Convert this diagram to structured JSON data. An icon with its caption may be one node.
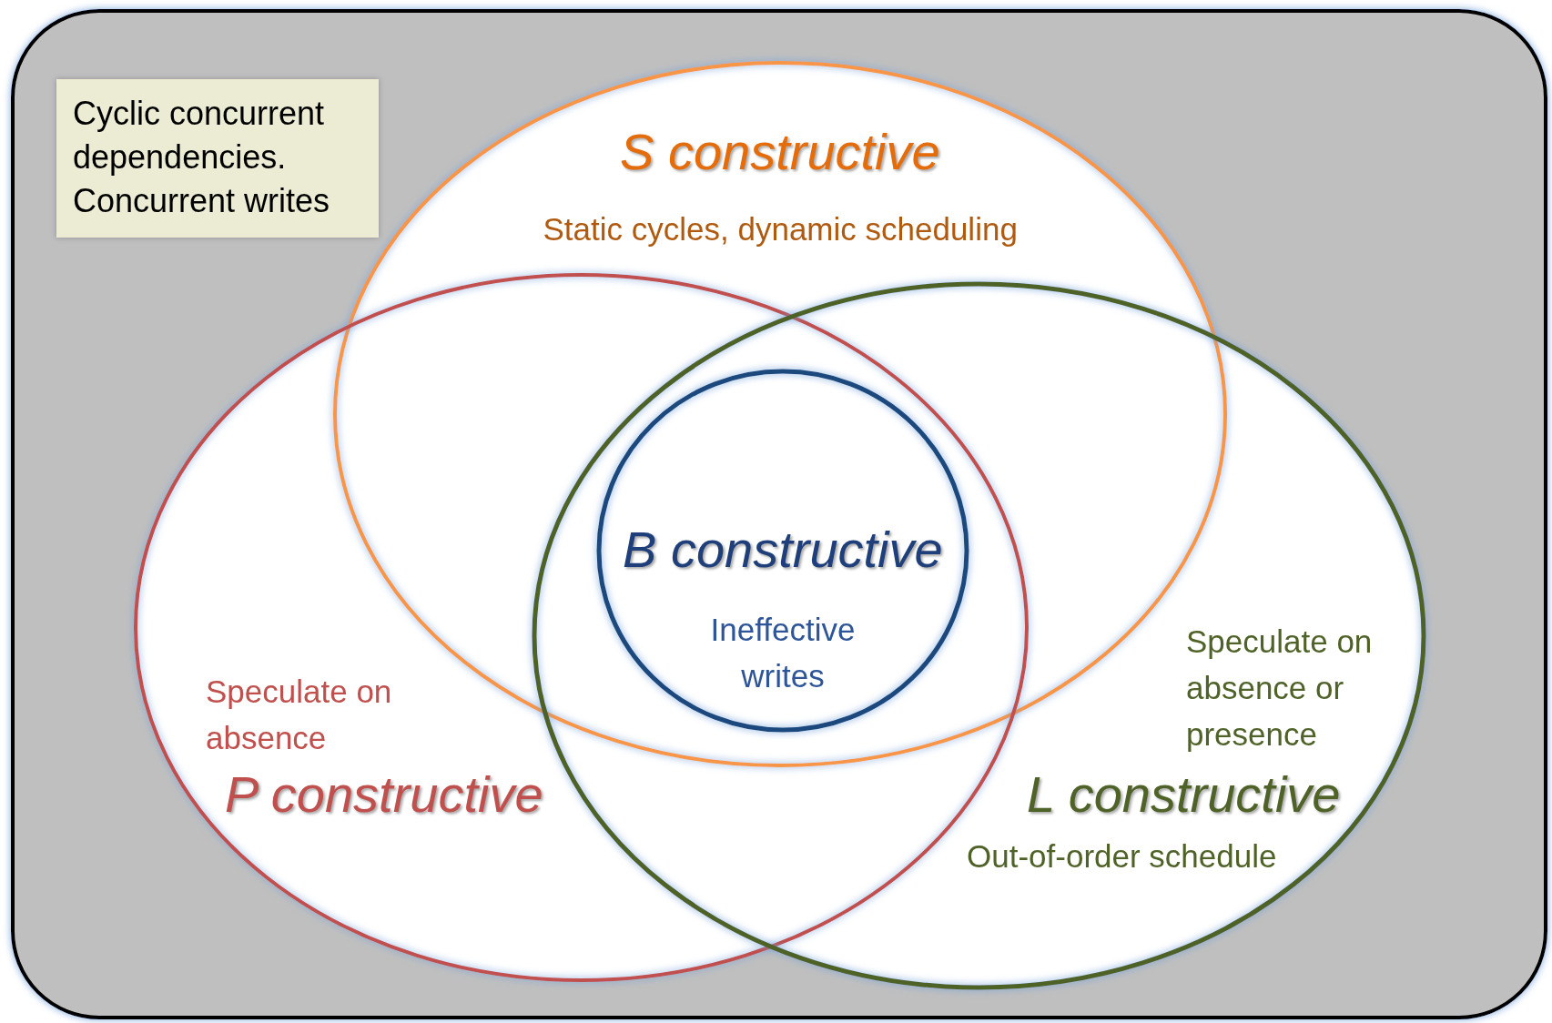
{
  "diagram": {
    "nodes": [
      {
        "text": [
          "Cyclic concurrent dependencies. Concurrent writes"
        ]
      },
      {
        "text": [
          "S constructive",
          "Static cycles, dynamic scheduling"
        ]
      },
      {
        "text": [
          "Speculate on absence",
          "P constructive"
        ]
      },
      {
        "text": [
          "Speculate on absence or presence",
          "L constructive",
          "Out-of-order schedule"
        ]
      },
      {
        "text": [
          "B constructive",
          "Ineffective writes"
        ]
      }
    ]
  }
}
